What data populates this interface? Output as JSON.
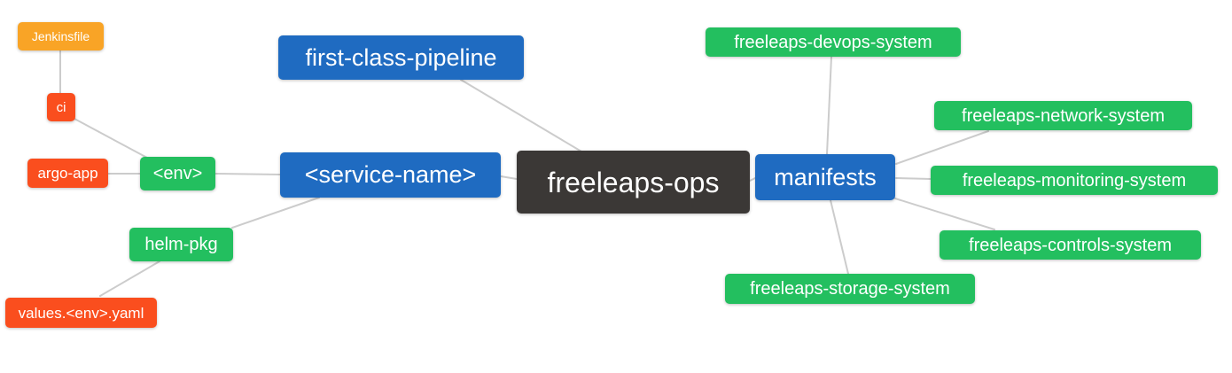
{
  "diagram": {
    "type": "mindmap",
    "root": {
      "label": "freeleaps-ops"
    },
    "nodes": {
      "jenkinsfile": {
        "label": "Jenkinsfile",
        "color": "#F9A426"
      },
      "ci": {
        "label": "ci",
        "color": "#FA4E1E"
      },
      "argo_app": {
        "label": "argo-app",
        "color": "#FA4E1E"
      },
      "env": {
        "label": "<env>",
        "color": "#23BF5F"
      },
      "first_class_pipeline": {
        "label": "first-class-pipeline",
        "color": "#1F6BC1"
      },
      "service_name": {
        "label": "<service-name>",
        "color": "#1F6BC1"
      },
      "helm_pkg": {
        "label": "helm-pkg",
        "color": "#23BF5F"
      },
      "values_env_yaml": {
        "label": "values.<env>.yaml",
        "color": "#FA4E1E"
      },
      "freeleaps_ops": {
        "label": "freeleaps-ops",
        "color": "#3B3836"
      },
      "manifests": {
        "label": "manifests",
        "color": "#1F6BC1"
      },
      "devops_system": {
        "label": "freeleaps-devops-system",
        "color": "#23BF5F"
      },
      "network_system": {
        "label": "freeleaps-network-system",
        "color": "#23BF5F"
      },
      "monitoring_system": {
        "label": "freeleaps-monitoring-system",
        "color": "#23BF5F"
      },
      "controls_system": {
        "label": "freeleaps-controls-system",
        "color": "#23BF5F"
      },
      "storage_system": {
        "label": "freeleaps-storage-system",
        "color": "#23BF5F"
      }
    },
    "edges": [
      [
        "jenkinsfile",
        "ci"
      ],
      [
        "ci",
        "env"
      ],
      [
        "argo_app",
        "env"
      ],
      [
        "env",
        "service_name"
      ],
      [
        "helm_pkg",
        "service_name"
      ],
      [
        "values_env_yaml",
        "helm_pkg"
      ],
      [
        "first_class_pipeline",
        "freeleaps_ops"
      ],
      [
        "service_name",
        "freeleaps_ops"
      ],
      [
        "freeleaps_ops",
        "manifests"
      ],
      [
        "manifests",
        "devops_system"
      ],
      [
        "manifests",
        "network_system"
      ],
      [
        "manifests",
        "monitoring_system"
      ],
      [
        "manifests",
        "controls_system"
      ],
      [
        "manifests",
        "storage_system"
      ]
    ],
    "colors": {
      "root_node": "#3B3836",
      "branch_node": "#1F6BC1",
      "leaf_green": "#23BF5F",
      "leaf_red": "#FA4E1E",
      "leaf_orange": "#F9A426",
      "edge": "#CCCCCC",
      "node_text": "#FFFFFF",
      "background": "#FFFFFF"
    }
  }
}
